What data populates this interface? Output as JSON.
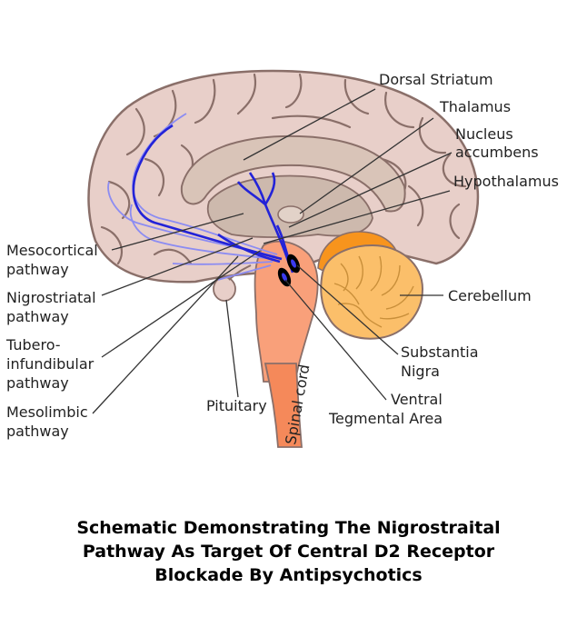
{
  "labels": {
    "dorsal_striatum": "Dorsal Striatum",
    "thalamus": "Thalamus",
    "nucleus_accumbens_1": "Nucleus",
    "nucleus_accumbens_2": "accumbens",
    "hypothalamus": "Hypothalamus",
    "cerebellum": "Cerebellum",
    "substantia_nigra_1": "Substantia",
    "substantia_nigra_2": "Nigra",
    "ventral_tegmental_1": "Ventral",
    "ventral_tegmental_2": "Tegmental Area",
    "pituitary": "Pituitary",
    "spinal_cord": "Spinal cord",
    "mesocortical_1": "Mesocortical",
    "mesocortical_2": "pathway",
    "nigrostriatal_1": "Nigrostriatal",
    "nigrostriatal_2": "pathway",
    "tubero_1": "Tubero-",
    "tubero_2": "infundibular",
    "tubero_3": "pathway",
    "mesolimbic_1": "Mesolimbic",
    "mesolimbic_2": "pathway"
  },
  "caption": {
    "line1": "Schematic Demonstrating The Nigrostraital",
    "line2": "Pathway As Target Of Central D2 Receptor",
    "line3": "Blockade By Antipsychotics"
  },
  "colors": {
    "cortex": "#e8cfc9",
    "cortex_outline": "#8a6f69",
    "inner_region": "#d9c4b8",
    "thalamus": "#cdb9ad",
    "brainstem": "#f9a07a",
    "spinal_cord": "#f5895a",
    "cerebellum": "#fbbf6a",
    "cerebellum_top": "#f7941d",
    "pathway_blue": "#2323d8",
    "pathway_light_blue": "#8c8cf2"
  }
}
